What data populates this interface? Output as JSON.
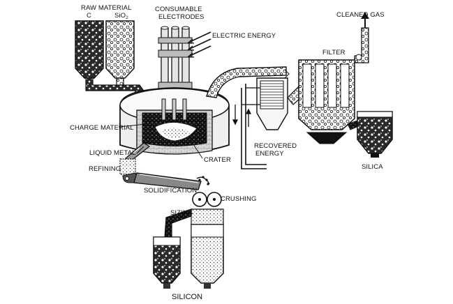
{
  "labels": {
    "raw_material": "RAW MATERIAL",
    "carbon": "C",
    "silica_in": "SiO",
    "silica_in_sub": "2",
    "consumable_1": "CONSUMABLE",
    "consumable_2": "ELECTRODES",
    "electric_energy": "ELECTRIC ENERGY",
    "cleaned_gas": "CLEANED GAS",
    "filter": "FILTER",
    "charge_material": "CHARGE MATERIAL",
    "liquid_metal": "LIQUID METAL",
    "refining": "REFINING",
    "crater": "CRATER",
    "recovered_1": "RECOVERED",
    "recovered_2": "ENERGY",
    "silica_out": "SILICA",
    "solidification": "SOLIDIFICATION",
    "crushing": "CRUSHING",
    "sizing": "SIZING",
    "silicon": "SILICON"
  },
  "colors": {
    "ink": "#111111",
    "fill_dark": "#222222",
    "fill_gray": "#cfcfcf",
    "fill_light": "#ffffff"
  }
}
